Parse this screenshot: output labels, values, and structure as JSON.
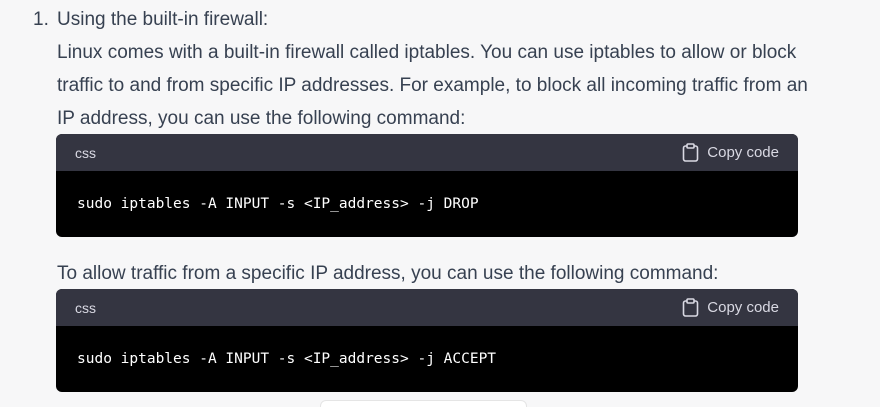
{
  "list": {
    "number": "1.",
    "title": "Using the built-in firewall:"
  },
  "paragraphs": {
    "intro": "Linux comes with a built-in firewall called iptables. You can use iptables to allow or block traffic to and from specific IP addresses. For example, to block all incoming traffic from an IP address, you can use the following command:",
    "allow": "To allow traffic from a specific IP address, you can use the following command:"
  },
  "code_blocks": [
    {
      "language": "css",
      "copy_label": "Copy code",
      "code": "sudo iptables -A INPUT -s <IP_address> -j DROP"
    },
    {
      "language": "css",
      "copy_label": "Copy code",
      "code": "sudo iptables -A INPUT -s <IP_address> -j ACCEPT"
    }
  ],
  "icons": {
    "copy": "clipboard-icon"
  },
  "colors": {
    "page_bg": "#f7f7f8",
    "text": "#374151",
    "code_header_bg": "#343541",
    "code_bg": "#000000",
    "code_text": "#ffffff"
  }
}
